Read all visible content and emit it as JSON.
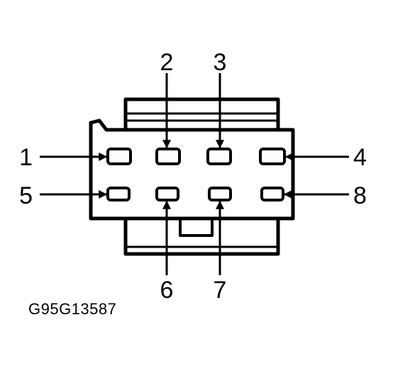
{
  "figure_code": "G95G13587",
  "pins": [
    {
      "number": "1"
    },
    {
      "number": "2"
    },
    {
      "number": "3"
    },
    {
      "number": "4"
    },
    {
      "number": "5"
    },
    {
      "number": "6"
    },
    {
      "number": "7"
    },
    {
      "number": "8"
    }
  ]
}
